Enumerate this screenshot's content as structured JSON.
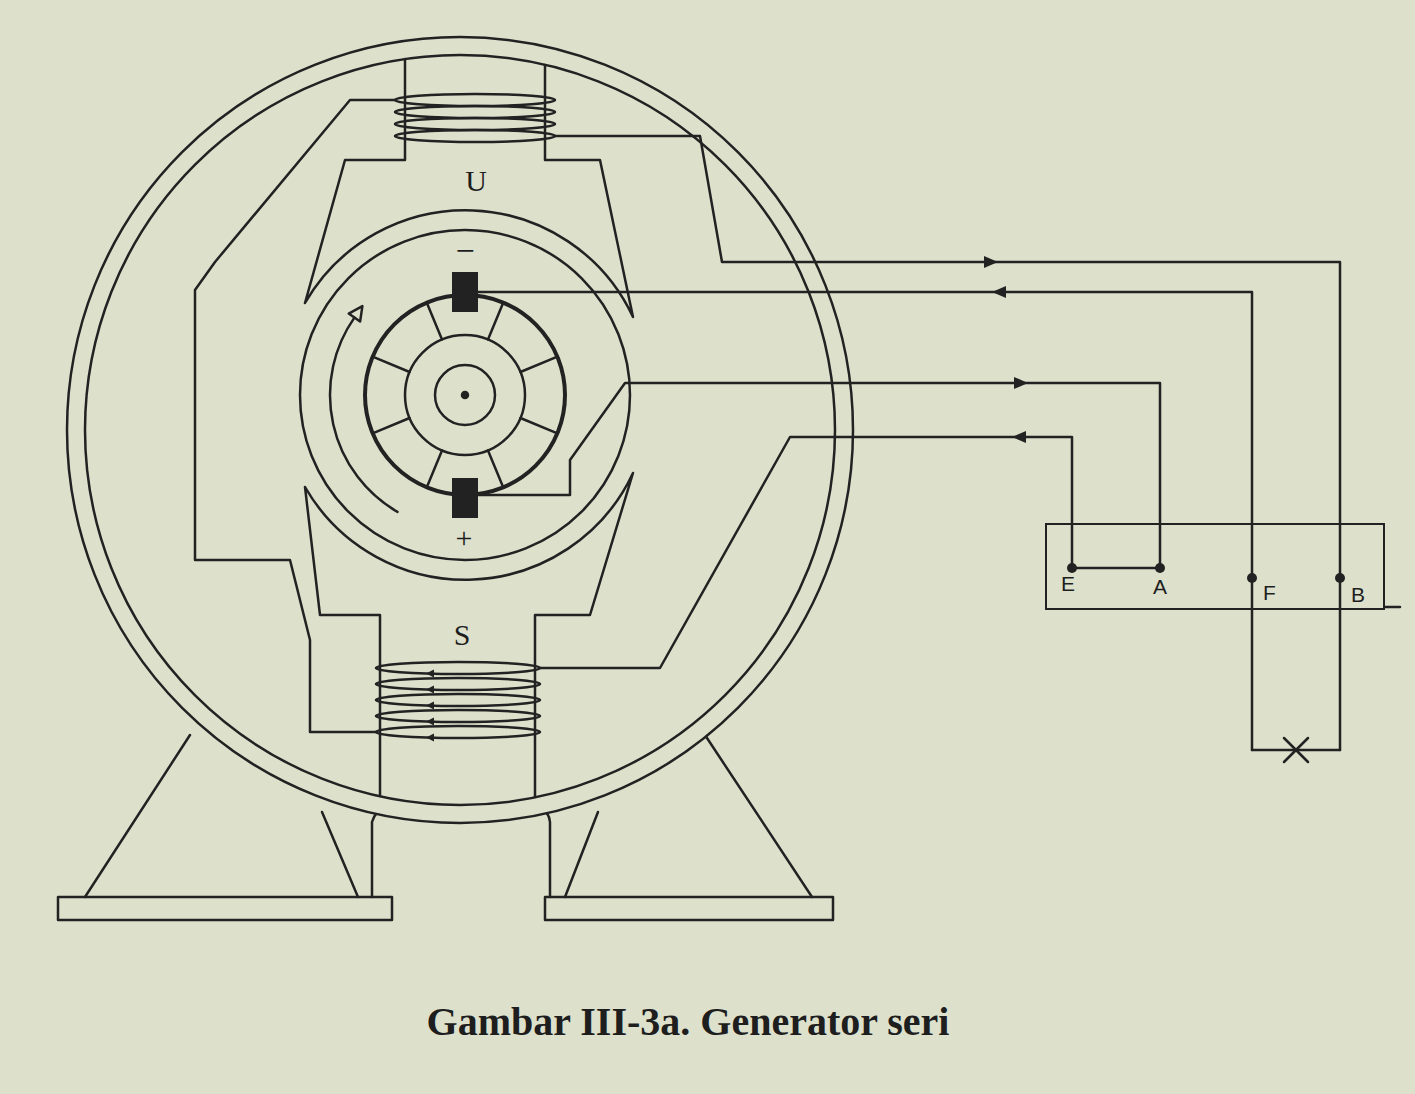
{
  "diagram": {
    "caption": "Gambar III-3a. Generator seri",
    "nodes": [
      {
        "text": [
          "E",
          "A",
          "F",
          "B"
        ]
      }
    ],
    "labels": [
      "U",
      "−",
      "+",
      "S"
    ]
  }
}
